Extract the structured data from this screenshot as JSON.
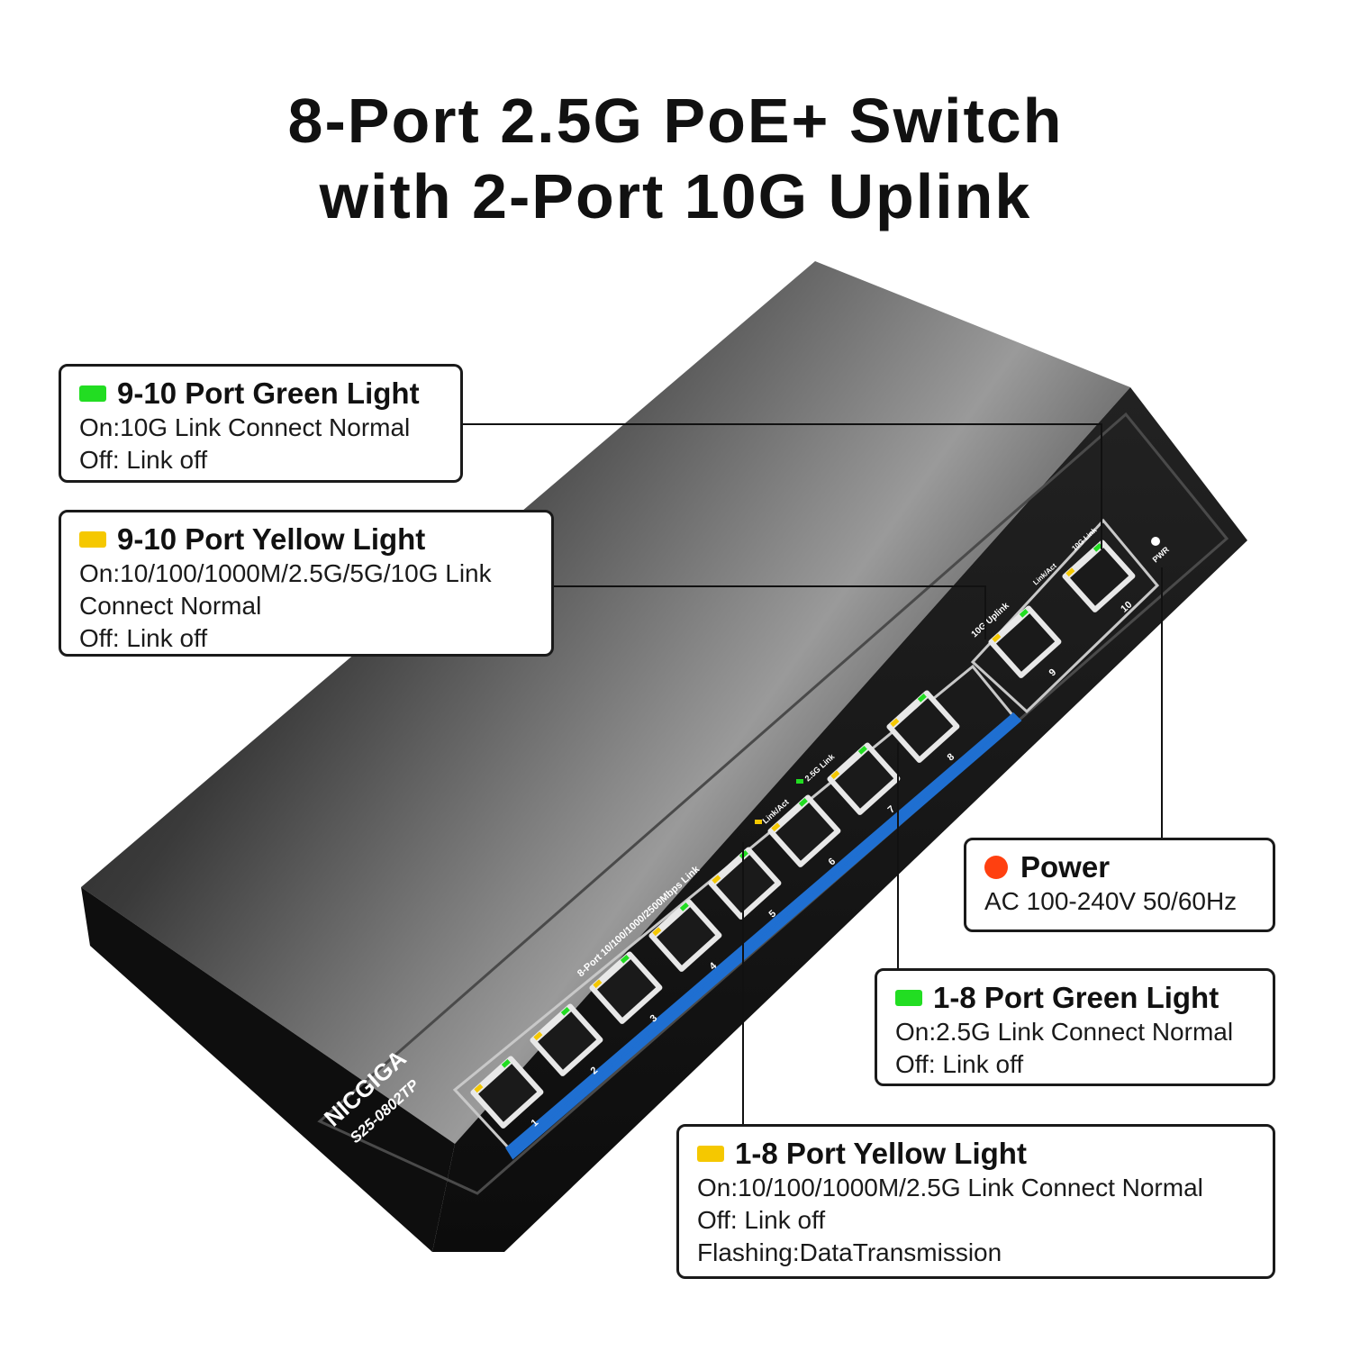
{
  "title": {
    "line1": "8-Port 2.5G PoE+ Switch",
    "line2": "with 2-Port 10G Uplink"
  },
  "device": {
    "brand": "NICGIGA",
    "model": "S25-0802TP",
    "port_group_label": "8-Port 10/100/1000/2500Mbps Link",
    "led_legend_1": "Link/Act",
    "led_legend_2": "2.5G Link",
    "uplink_label": "10G Uplink",
    "uplink_led_legend_1": "Link/Act",
    "uplink_led_legend_2": "10G Link",
    "power_label": "PWR",
    "port_numbers": [
      "1",
      "2",
      "3",
      "4",
      "5",
      "6",
      "7",
      "8"
    ],
    "uplink_port_numbers": [
      "9",
      "10"
    ]
  },
  "callouts": {
    "green_10g": {
      "heading": "9-10 Port Green Light",
      "lines": [
        "On:10G Link Connect Normal",
        "Off: Link off"
      ],
      "indicator_icon": "green-led-icon"
    },
    "yellow_10g": {
      "heading": "9-10 Port Yellow Light",
      "lines": [
        "On:10/100/1000M/2.5G/5G/10G Link",
        "Connect Normal",
        "Off: Link off"
      ],
      "indicator_icon": "yellow-led-icon"
    },
    "power": {
      "heading": "Power",
      "lines": [
        "AC 100-240V 50/60Hz"
      ],
      "indicator_icon": "red-power-dot-icon"
    },
    "green_1_8": {
      "heading": "1-8 Port Green Light",
      "lines": [
        "On:2.5G Link Connect Normal",
        "Off: Link off"
      ],
      "indicator_icon": "green-led-icon"
    },
    "yellow_1_8": {
      "heading": "1-8 Port Yellow Light",
      "lines": [
        "On:10/100/1000M/2.5G Link Connect Normal",
        "Off: Link off",
        "Flashing:DataTransmission"
      ],
      "indicator_icon": "yellow-led-icon"
    }
  },
  "colors": {
    "green_led": "#22dd22",
    "yellow_led": "#f5c800",
    "power_led": "#ff4010",
    "port_stripe": "#1f6fd1",
    "chassis": "#1e1e1e"
  }
}
